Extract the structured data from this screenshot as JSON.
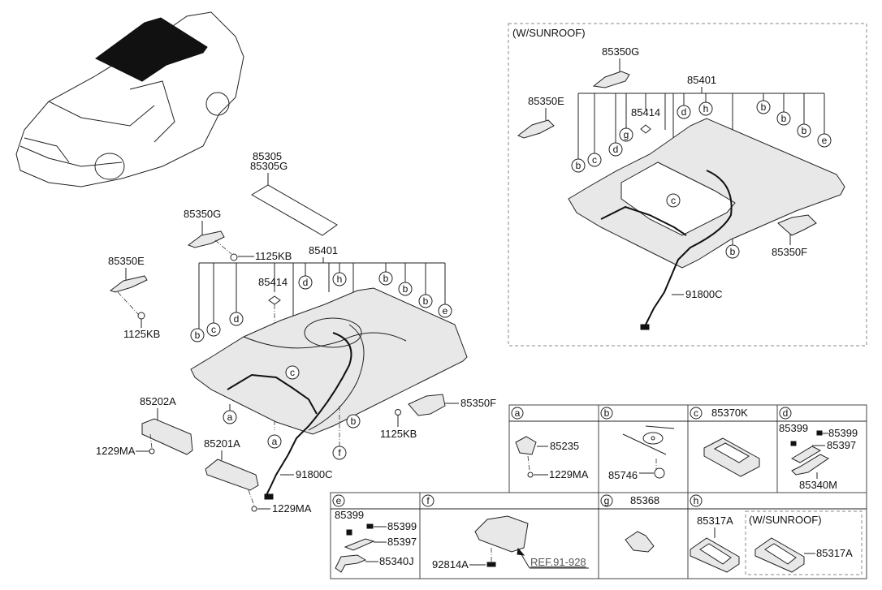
{
  "diagram": {
    "title": "Headlining / Roof Trim Parts Diagram",
    "main_assembly": {
      "headlining_label": "85401",
      "label_85305": "85305",
      "label_85305G": "85305G",
      "label_85350G": "85350G",
      "label_85350E": "85350E",
      "label_85350F": "85350F",
      "label_1125KB_top": "1125KB",
      "label_1125KB_left": "1125KB",
      "label_1125KB_right": "1125KB",
      "label_85414": "85414",
      "label_85202A": "85202A",
      "label_85201A": "85201A",
      "label_1229MA_left": "1229MA",
      "label_1229MA_right": "1229MA",
      "label_91800C": "91800C",
      "callouts_top": [
        "b",
        "c",
        "d",
        "d",
        "h",
        "b",
        "b",
        "b",
        "e"
      ],
      "callouts_bottom": [
        "a",
        "a",
        "c",
        "b",
        "f"
      ]
    },
    "sunroof_assembly": {
      "title": "(W/SUNROOF)",
      "headlining_label": "85401",
      "label_85350G": "85350G",
      "label_85350E": "85350E",
      "label_85350F": "85350F",
      "label_85414": "85414",
      "label_91800C": "91800C",
      "callouts_top": [
        "b",
        "c",
        "d",
        "g",
        "d",
        "h",
        "b",
        "b",
        "b",
        "e"
      ],
      "callouts_bottom": [
        "c",
        "b"
      ]
    },
    "detail_table": {
      "cells": [
        {
          "key": "a",
          "header_part": "",
          "parts": [
            "85235",
            "1229MA"
          ]
        },
        {
          "key": "b",
          "header_part": "",
          "parts": [
            "85746"
          ]
        },
        {
          "key": "c",
          "header_part": "85370K",
          "parts": []
        },
        {
          "key": "d",
          "header_part": "",
          "parts": [
            "85399",
            "85399",
            "85397",
            "85340M"
          ]
        },
        {
          "key": "e",
          "header_part": "",
          "parts": [
            "85399",
            "85399",
            "85397",
            "85340J"
          ]
        },
        {
          "key": "f",
          "header_part": "",
          "parts": [
            "92814A"
          ],
          "reference": "REF.91-928"
        },
        {
          "key": "g",
          "header_part": "85368",
          "parts": []
        },
        {
          "key": "h",
          "header_part": "",
          "parts": [
            "85317A"
          ],
          "sunroof_note": "(W/SUNROOF)",
          "sunroof_part": "85317A"
        }
      ]
    }
  }
}
